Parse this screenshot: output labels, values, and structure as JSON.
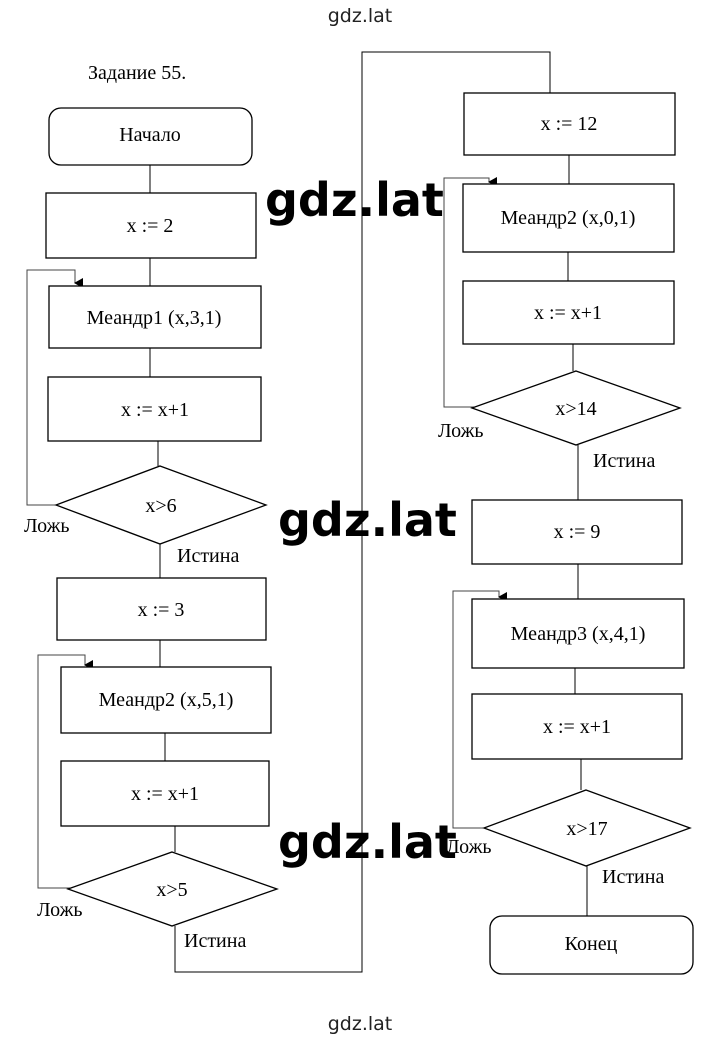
{
  "watermark": {
    "top": "gdz.lat",
    "bottom": "gdz.lat",
    "big1": "gdz.lat",
    "big2": "gdz.lat",
    "big3": "gdz.lat"
  },
  "title": "Задание 55.",
  "flowchart": {
    "start": "Начало",
    "end": "Конец",
    "labels": {
      "true": "Истина",
      "false": "Ложь"
    },
    "loop1": {
      "init": "x := 2",
      "proc": "Меандр1 (x,3,1)",
      "inc": "x := x+1",
      "cond": "x>6"
    },
    "loop2": {
      "init": "x := 3",
      "proc": "Меандр2 (x,5,1)",
      "inc": "x := x+1",
      "cond": "x>5"
    },
    "loop3": {
      "init": "x := 12",
      "proc": "Меандр2 (x,0,1)",
      "inc": "x := x+1",
      "cond": "x>14"
    },
    "loop4": {
      "init": "x := 9",
      "proc": "Меандр3 (x,4,1)",
      "inc": "x := x+1",
      "cond": "x>17"
    }
  }
}
